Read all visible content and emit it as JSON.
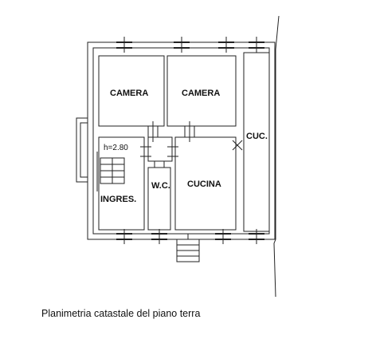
{
  "plan": {
    "rooms": {
      "camera_left": "CAMERA",
      "camera_right": "CAMERA",
      "cucina_nook": "CUC.",
      "wc": "W.C.",
      "cucina": "CUCINA",
      "ingresso": "INGRES."
    },
    "stair_height": "h=2.80"
  },
  "caption": "Planimetria catastale del piano terra"
}
